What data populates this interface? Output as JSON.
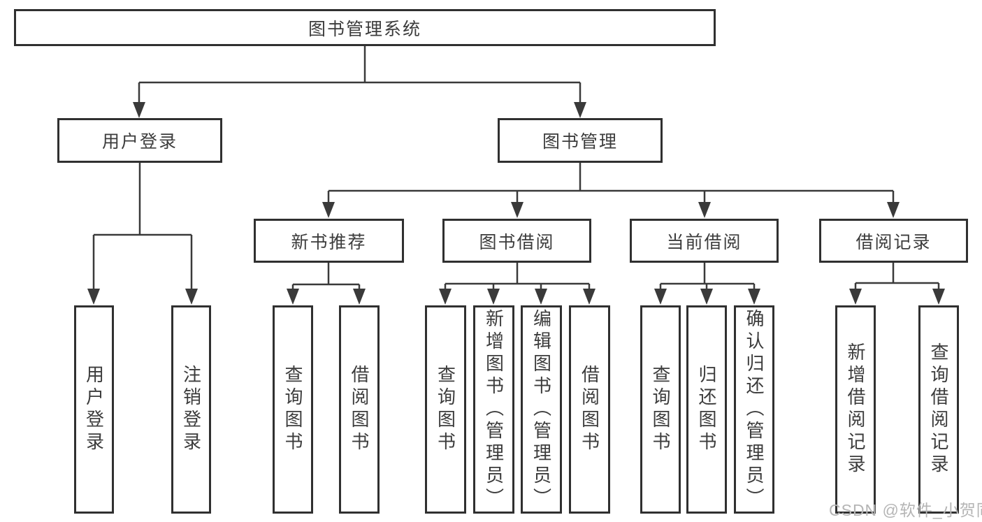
{
  "tree": {
    "root": {
      "label": "图书管理系统",
      "children": [
        {
          "label": "用户登录",
          "children": [
            {
              "label": "用户登录"
            },
            {
              "label": "注销登录"
            }
          ]
        },
        {
          "label": "图书管理",
          "children": [
            {
              "label": "新书推荐",
              "children": [
                {
                  "label": "查询图书"
                },
                {
                  "label": "借阅图书"
                }
              ]
            },
            {
              "label": "图书借阅",
              "children": [
                {
                  "label": "查询图书"
                },
                {
                  "label": "新增图书（管理员）"
                },
                {
                  "label": "编辑图书（管理员）"
                },
                {
                  "label": "借阅图书"
                }
              ]
            },
            {
              "label": "当前借阅",
              "children": [
                {
                  "label": "查询图书"
                },
                {
                  "label": "归还图书"
                },
                {
                  "label": "确认归还（管理员）"
                }
              ]
            },
            {
              "label": "借阅记录",
              "children": [
                {
                  "label": "新增借阅记录"
                },
                {
                  "label": "查询借阅记录"
                }
              ]
            }
          ]
        }
      ]
    }
  },
  "watermark": {
    "text": "CSDN @软件_小贺同学"
  },
  "colors": {
    "line": "#3a3a3a",
    "border": "#303030",
    "box_fill": "#ffffff",
    "text": "#3c3c3c",
    "watermark": "#b5b5b5",
    "bg": "#ffffff"
  }
}
